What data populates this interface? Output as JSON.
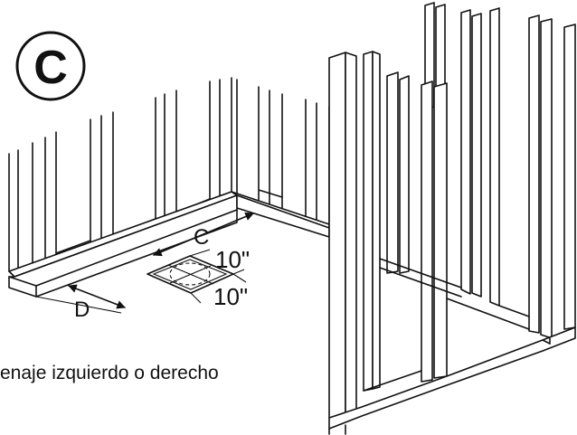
{
  "step_badge": "C",
  "dimensions": {
    "c_label": "C",
    "d_label": "D",
    "width_label": "10\"",
    "depth_label": "10\""
  },
  "caption": "enaje izquierdo o derecho"
}
